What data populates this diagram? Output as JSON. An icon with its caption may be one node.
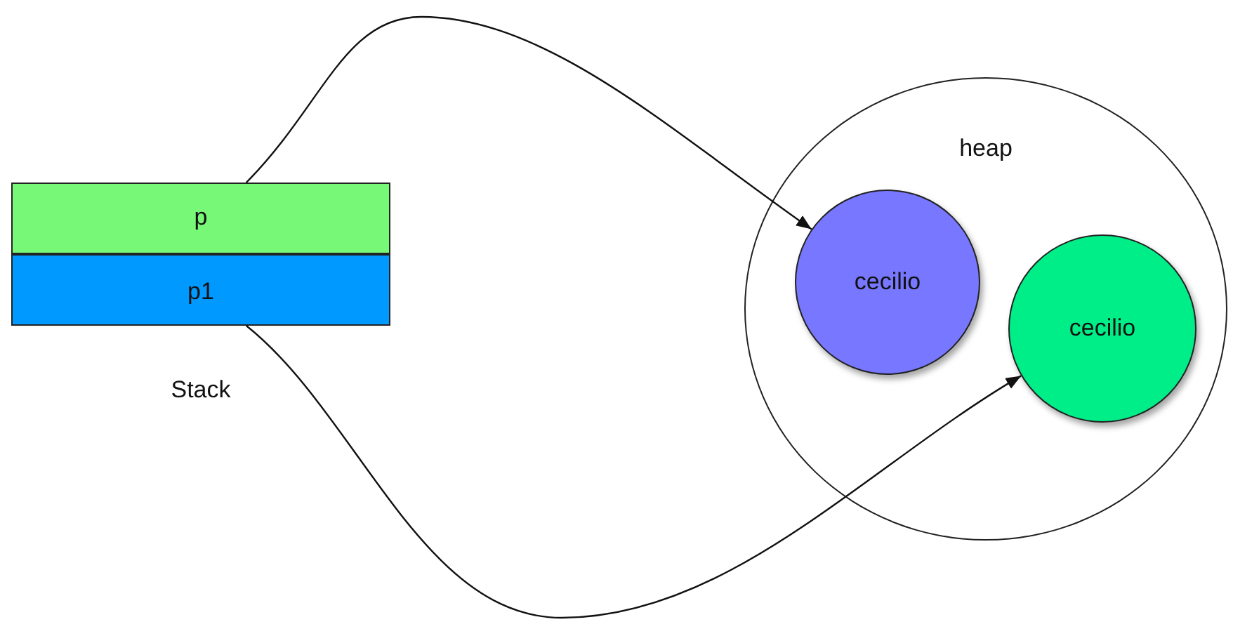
{
  "diagram": {
    "nodes": [
      {
        "text": [
          "p"
        ]
      },
      {
        "text": [
          "p1"
        ]
      },
      {
        "text": [
          "heap"
        ]
      },
      {
        "text": [
          "cecilio"
        ],
        "in": 2
      },
      {
        "text": [
          "cecilio"
        ],
        "in": 2
      }
    ],
    "edges": [
      {
        "from": 0,
        "to": 3,
        "arrow": "to"
      },
      {
        "from": 1,
        "to": 4,
        "arrow": "to"
      }
    ],
    "labels": [
      "Stack"
    ]
  }
}
